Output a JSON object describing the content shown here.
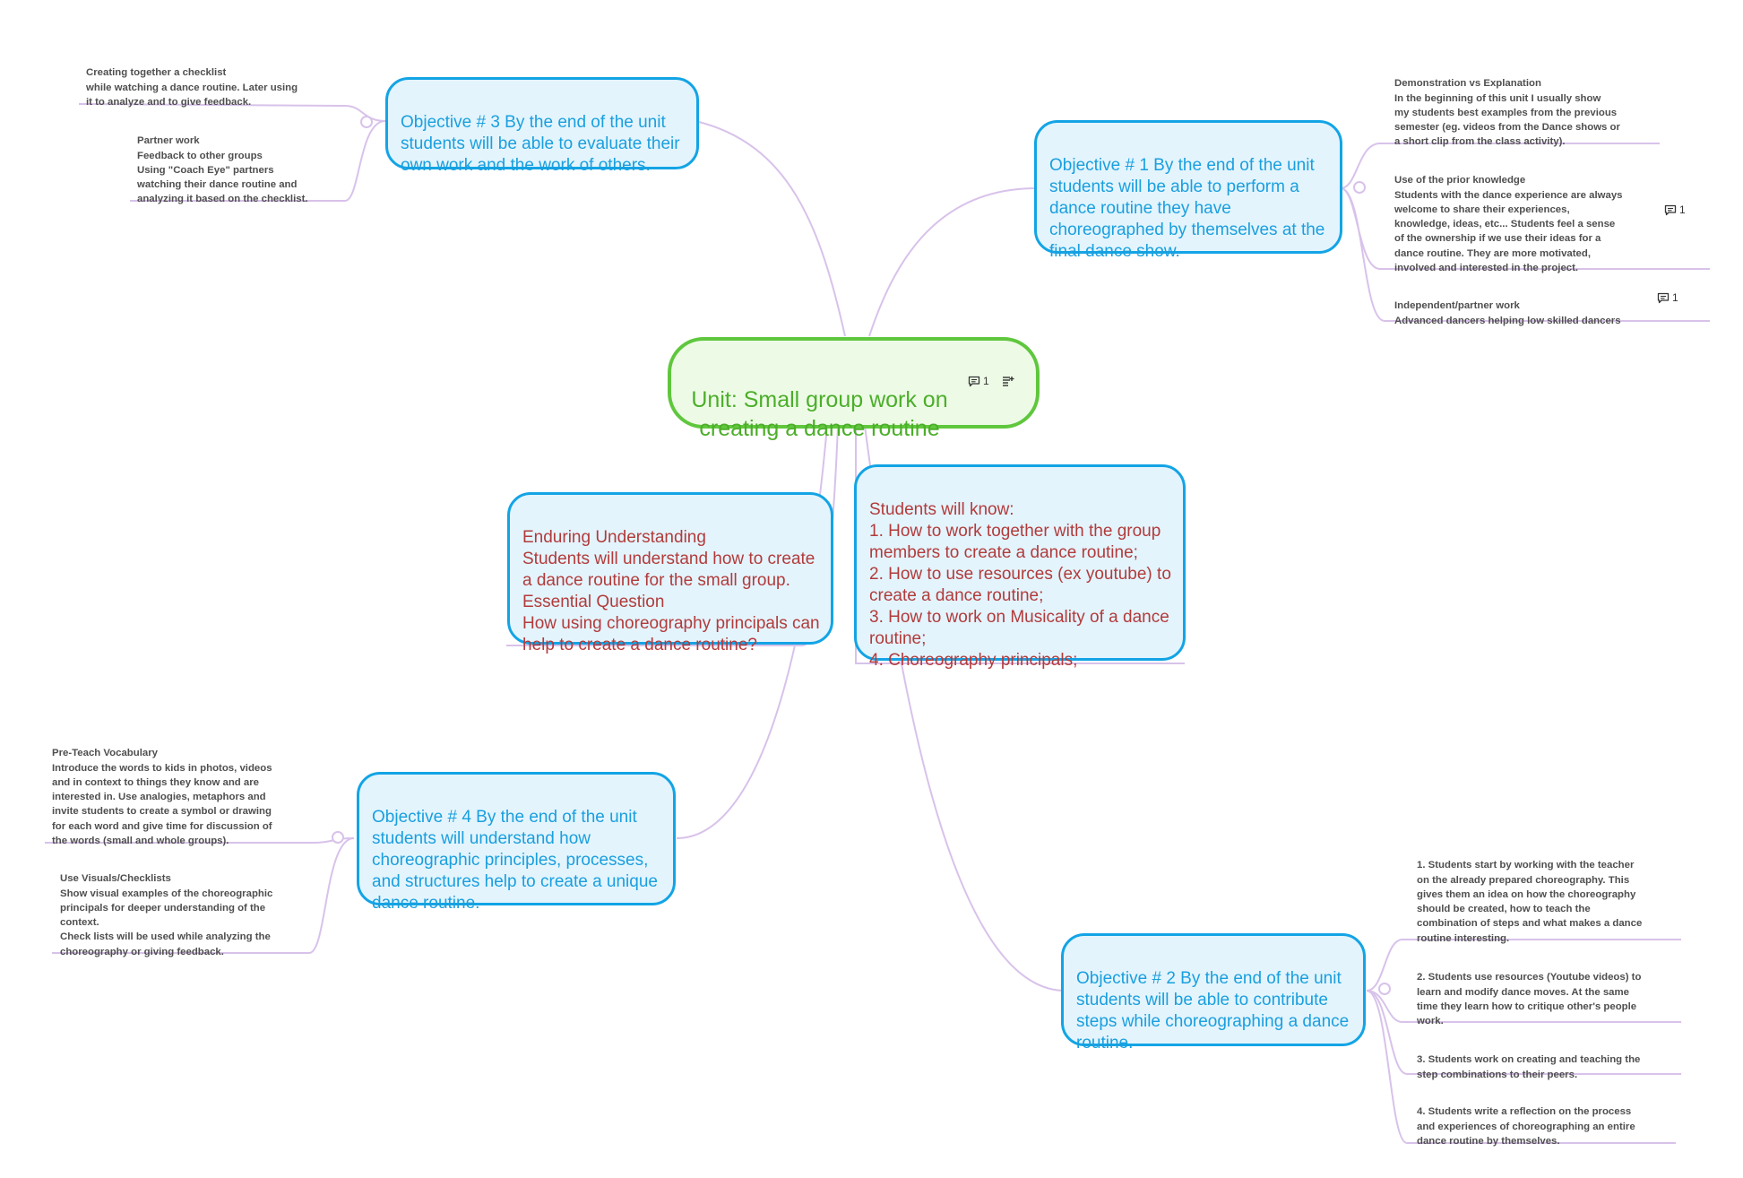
{
  "colors": {
    "link": "#d8c2ea",
    "topic_border": "#13a4e5",
    "topic_fill": "#e3f4fd",
    "root_border": "#5fc73d",
    "root_fill": "#edfbe6",
    "text_red": "#b23b3b",
    "text_blue": "#1a9fde"
  },
  "root": {
    "text": "Unit: Small group work on\ncreating a dance routine",
    "comment_icon": "comment-icon",
    "comment_count": "1",
    "notes_icon": "notes-icon"
  },
  "objective3": {
    "text": "Objective # 3 By the end of the unit\nstudents will be able to evaluate their\nown work and the work of others.",
    "notes": [
      "Creating together a checklist\nwhile watching a dance routine. Later using\nit to analyze and to give feedback.",
      "Partner work\nFeedback to other groups\nUsing \"Coach Eye\" partners\nwatching their dance routine and\nanalyzing it based on the checklist."
    ]
  },
  "objective1": {
    "text": "Objective # 1 By the end of the unit\nstudents will be able to perform a\ndance routine they have\nchoreographed by themselves at the\nfinal dance show.",
    "notes": [
      "Demonstration vs Explanation\nIn the beginning of this unit I usually show\nmy students best examples from the previous\nsemester (eg. videos from the Dance shows or\na short clip from the class activity).",
      "Use of the prior knowledge\nStudents with the dance experience are always\nwelcome to share their experiences,\nknowledge, ideas, etc... Students feel a sense\nof the ownership if we use their ideas for a\ndance routine. They are more motivated,\ninvolved and interested in the project.",
      "Independent/partner work\nAdvanced dancers helping low skilled dancers"
    ],
    "note_comment_counts": [
      "1",
      "1"
    ]
  },
  "enduring": {
    "text": "Enduring Understanding\nStudents will understand how to create\na dance routine for the small group.\nEssential Question\nHow using choreography principals can\nhelp to create a dance routine?"
  },
  "know": {
    "text": "Students will know:\n1. How to work together with the group\nmembers to create a dance routine;\n2. How to use resources (ex youtube) to\ncreate a dance routine;\n3. How to work on Musicality of a dance\nroutine;\n4. Choreography principals;"
  },
  "objective4": {
    "text": "Objective # 4 By the end of the unit\nstudents will understand how\nchoreographic principles, processes,\nand structures help to create a unique\ndance routine.",
    "notes": [
      "Pre-Teach Vocabulary\nIntroduce the words to kids in photos, videos\nand in context to things they know and are\ninterested in. Use analogies, metaphors and\ninvite students to create a symbol or drawing\nfor each word and give time for discussion of\nthe words (small and whole groups).",
      "Use Visuals/Checklists\nShow visual examples of the choreographic\nprincipals for deeper understanding of the\ncontext.\nCheck lists will be used while analyzing the\nchoreography or giving feedback."
    ]
  },
  "objective2": {
    "text": "Objective # 2 By the end of the unit\nstudents will be able to contribute\nsteps while choreographing a dance\nroutine.",
    "notes": [
      "1. Students start by working with the teacher\non the already prepared choreography. This\ngives them an idea on how the choreography\nshould be created, how to teach the\ncombination of steps and what makes a dance\nroutine interesting.",
      "2. Students use resources (Youtube videos) to\nlearn and modify dance moves. At the same\ntime they learn how to critique other's people\nwork.",
      "3. Students work on creating and teaching the\nstep combinations to their peers.",
      "4. Students write a reflection on the process\nand experiences of choreographing an entire\ndance routine by themselves."
    ]
  }
}
